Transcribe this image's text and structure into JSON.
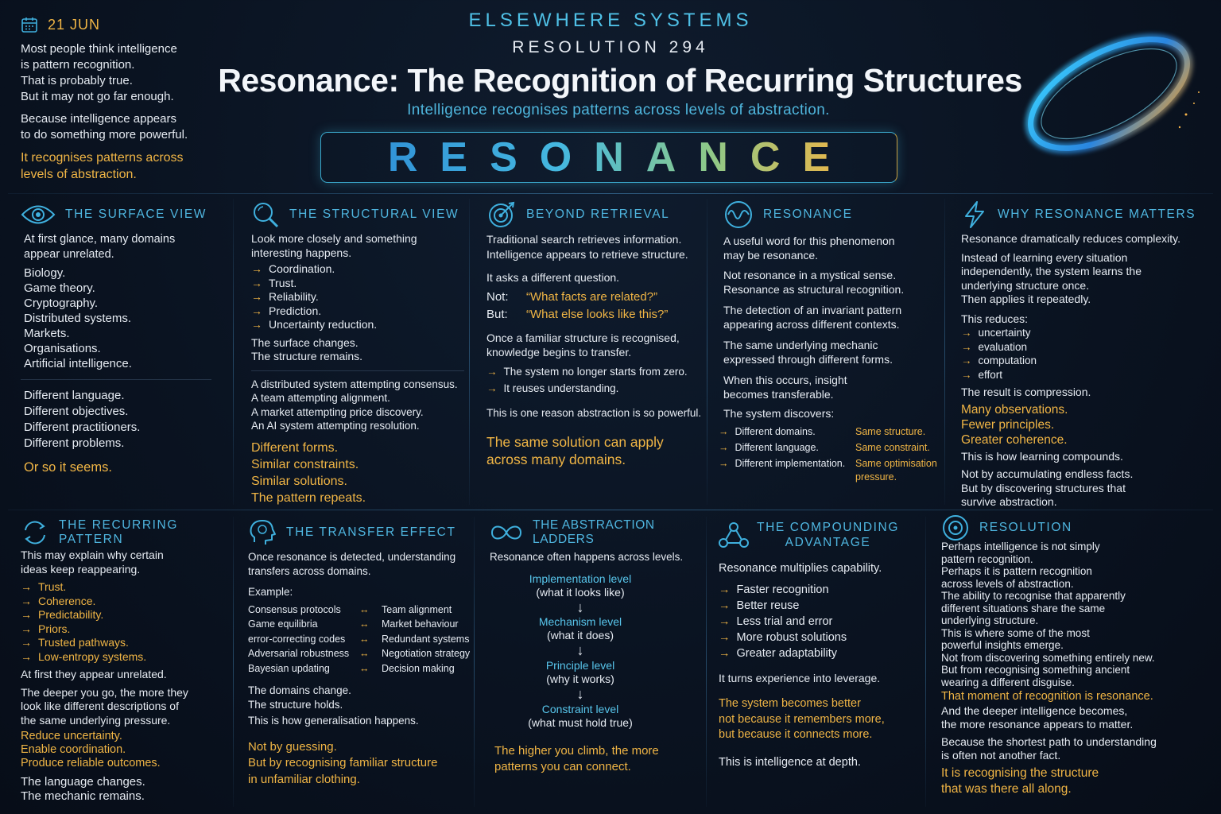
{
  "header": {
    "date": "21 JUN",
    "brand": "ELSEWHERE SYSTEMS",
    "resolution_number": "RESOLUTION 294",
    "title": "Resonance: The Recognition of Recurring Structures",
    "subtitle": "Intelligence recognises patterns across levels of abstraction.",
    "banner": "RESONANCE"
  },
  "intro": {
    "lines_1": [
      "Most people think intelligence",
      "is pattern recognition.",
      "That is probably true.",
      "But it may not go far enough."
    ],
    "lines_2": [
      "Because intelligence appears",
      "to do something more powerful."
    ],
    "highlight": [
      "It recognises patterns across",
      "levels of abstraction."
    ]
  },
  "colors": {
    "accent_cyan": "#4fb6e0",
    "accent_gold": "#f0b545",
    "background": "#0a1321"
  },
  "panels": {
    "surface": {
      "icon": "eye-icon",
      "title": "THE SURFACE VIEW",
      "intro": [
        "At first glance, many domains",
        "appear unrelated."
      ],
      "domains": [
        "Biology.",
        "Game theory.",
        "Cryptography.",
        "Distributed systems.",
        "Markets.",
        "Organisations.",
        "Artificial intelligence."
      ],
      "differences": [
        "Different language.",
        "Different objectives.",
        "Different practitioners.",
        "Different problems."
      ],
      "closing": "Or so it seems."
    },
    "structural": {
      "icon": "magnifier-icon",
      "title": "THE STRUCTURAL VIEW",
      "intro": [
        "Look more closely and something",
        "interesting happens."
      ],
      "items": [
        "Coordination.",
        "Trust.",
        "Reliability.",
        "Prediction.",
        "Uncertainty reduction."
      ],
      "middle": [
        "The surface changes.",
        "The structure remains."
      ],
      "examples": [
        "A distributed system attempting consensus.",
        "A team attempting alignment.",
        "A market attempting price discovery.",
        "An AI system attempting resolution."
      ],
      "closing": [
        "Different forms.",
        "Similar constraints.",
        "Similar solutions.",
        "The pattern repeats."
      ]
    },
    "retrieval": {
      "icon": "target-icon",
      "title": "BEYOND RETRIEVAL",
      "intro": [
        "Traditional search retrieves information.",
        "Intelligence appears to retrieve structure."
      ],
      "question": "It asks a different question.",
      "not_label": "Not:",
      "not_text": "“What facts are related?”",
      "but_label": "But:",
      "but_text": "“What else looks like this?”",
      "transfer": [
        "Once a familiar structure is recognised,",
        "knowledge begins to transfer."
      ],
      "points": [
        "The system no longer starts from zero.",
        "It reuses understanding."
      ],
      "reason": "This is one reason abstraction is so powerful.",
      "closing": [
        "The same solution can apply",
        "across many domains."
      ]
    },
    "resonance": {
      "icon": "wave-icon",
      "title": "RESONANCE",
      "p1": [
        "A useful word for this phenomenon",
        "may be resonance."
      ],
      "p2": [
        "Not resonance in a mystical sense.",
        "Resonance as structural recognition."
      ],
      "p3": [
        "The detection of an invariant pattern",
        "appearing across different contexts."
      ],
      "p4": [
        "The same underlying mechanic",
        "expressed through different forms."
      ],
      "p5": [
        "When this occurs, insight",
        "becomes transferable."
      ],
      "discovers": "The system discovers:",
      "pairs": [
        {
          "left": "Different domains.",
          "right": "Same structure."
        },
        {
          "left": "Different language.",
          "right": "Same constraint."
        },
        {
          "left": "Different implementation.",
          "right": "Same optimisation pressure."
        }
      ]
    },
    "why": {
      "icon": "lightning-icon",
      "title": "WHY RESONANCE MATTERS",
      "intro": "Resonance dramatically reduces complexity.",
      "p1": [
        "Instead of learning every situation",
        "independently, the system learns the",
        "underlying structure once.",
        "Then applies it repeatedly."
      ],
      "reduces": "This reduces:",
      "items": [
        "uncertainty",
        "evaluation",
        "computation",
        "effort"
      ],
      "result": "The result is compression.",
      "gold": [
        "Many observations.",
        "Fewer principles.",
        "Greater coherence."
      ],
      "compounds": "This is how learning compounds.",
      "closing": [
        "Not by accumulating endless facts.",
        "But by discovering structures that",
        "survive abstraction."
      ]
    },
    "recurring": {
      "icon": "cycle-icon",
      "title": "THE RECURRING PATTERN",
      "intro": [
        "This may explain why certain",
        "ideas keep reappearing."
      ],
      "items": [
        "Trust.",
        "Coherence.",
        "Predictability.",
        "Priors.",
        "Trusted pathways.",
        "Low-entropy systems."
      ],
      "first": "At first they appear unrelated.",
      "deeper": [
        "The deeper you go, the more they",
        "look like different descriptions of",
        "the same underlying pressure."
      ],
      "gold": [
        "Reduce uncertainty.",
        "Enable coordination.",
        "Produce reliable outcomes."
      ],
      "closing": [
        "The language changes.",
        "The mechanic remains."
      ]
    },
    "transfer": {
      "icon": "head-icon",
      "title": "THE TRANSFER EFFECT",
      "intro": [
        "Once resonance is detected, understanding",
        "transfers across domains."
      ],
      "example": "Example:",
      "pairs": [
        {
          "left": "Consensus protocols",
          "right": "Team alignment"
        },
        {
          "left": "Game equilibria",
          "right": "Market behaviour"
        },
        {
          "left": "error-correcting codes",
          "right": "Redundant systems"
        },
        {
          "left": "Adversarial robustness",
          "right": "Negotiation strategy"
        },
        {
          "left": "Bayesian updating",
          "right": "Decision making"
        }
      ],
      "middle": [
        "The domains change.",
        "The structure holds."
      ],
      "generalisation": "This is how generalisation happens.",
      "closing": [
        "Not by guessing.",
        "But by recognising familiar structure",
        "in unfamiliar clothing."
      ]
    },
    "ladders": {
      "icon": "infinity-icon",
      "title": "THE ABSTRACTION LADDERS",
      "intro": "Resonance often happens across levels.",
      "levels": [
        {
          "name": "Implementation level",
          "desc": "(what it looks like)"
        },
        {
          "name": "Mechanism level",
          "desc": "(what it does)"
        },
        {
          "name": "Principle level",
          "desc": "(why it works)"
        },
        {
          "name": "Constraint level",
          "desc": "(what must hold true)"
        }
      ],
      "closing": [
        "The higher you climb, the more",
        "patterns you can connect."
      ]
    },
    "compounding": {
      "icon": "network-icon",
      "title_1": "THE COMPOUNDING",
      "title_2": "ADVANTAGE",
      "intro": "Resonance multiplies capability.",
      "items": [
        "Faster recognition",
        "Better reuse",
        "Less trial and error",
        "More robust solutions",
        "Greater adaptability"
      ],
      "leverage": "It turns experience into leverage.",
      "gold": [
        "The system becomes better",
        "not because it remembers more,",
        "but because it connects more."
      ],
      "closing": "This is intelligence at depth."
    },
    "resolution": {
      "icon": "target-circle-icon",
      "title": "RESOLUTION",
      "p1": [
        "Perhaps intelligence is not simply",
        "pattern recognition."
      ],
      "p2": [
        "Perhaps it is pattern recognition",
        "across levels of abstraction."
      ],
      "p3": [
        "The ability to recognise that apparently",
        "different situations share the same",
        "underlying structure."
      ],
      "p4": [
        "This is where some of the most",
        "powerful insights emerge."
      ],
      "p5": [
        "Not from discovering something entirely new.",
        "But from recognising something ancient",
        "wearing a different disguise."
      ],
      "gold1": "That moment of recognition is resonance.",
      "p6": [
        "And the deeper intelligence becomes,",
        "the more resonance appears to matter."
      ],
      "p7": [
        "Because the shortest path to understanding",
        "is often not another fact."
      ],
      "closing": [
        "It is recognising the structure",
        "that was there all along."
      ]
    }
  }
}
